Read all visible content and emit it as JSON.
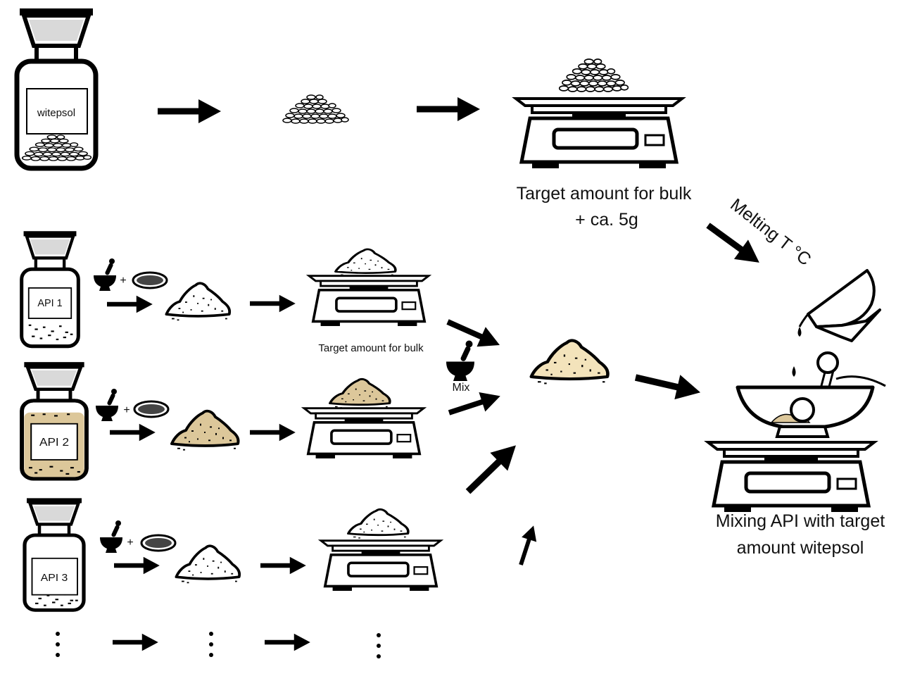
{
  "jars": {
    "witepsol": "witepsol",
    "api1": "API 1",
    "api2": "API 2",
    "api3": "API 3"
  },
  "labels": {
    "bulk_target_line1": "Target amount for bulk",
    "bulk_target_line2": "+ ca. 5g",
    "melting": "Melting T °C",
    "api_target": "Target amount for bulk",
    "mix": "Mix",
    "final_line1": "Mixing API with target",
    "final_line2": "amount witepsol",
    "plus": "+"
  },
  "colors": {
    "ink": "#000000",
    "powder_white": "#ffffff",
    "powder_tan": "#dcc79a",
    "powder_cream": "#f3e3bb",
    "lid_grey": "#d9d9d9",
    "dish_grey": "#444444"
  }
}
